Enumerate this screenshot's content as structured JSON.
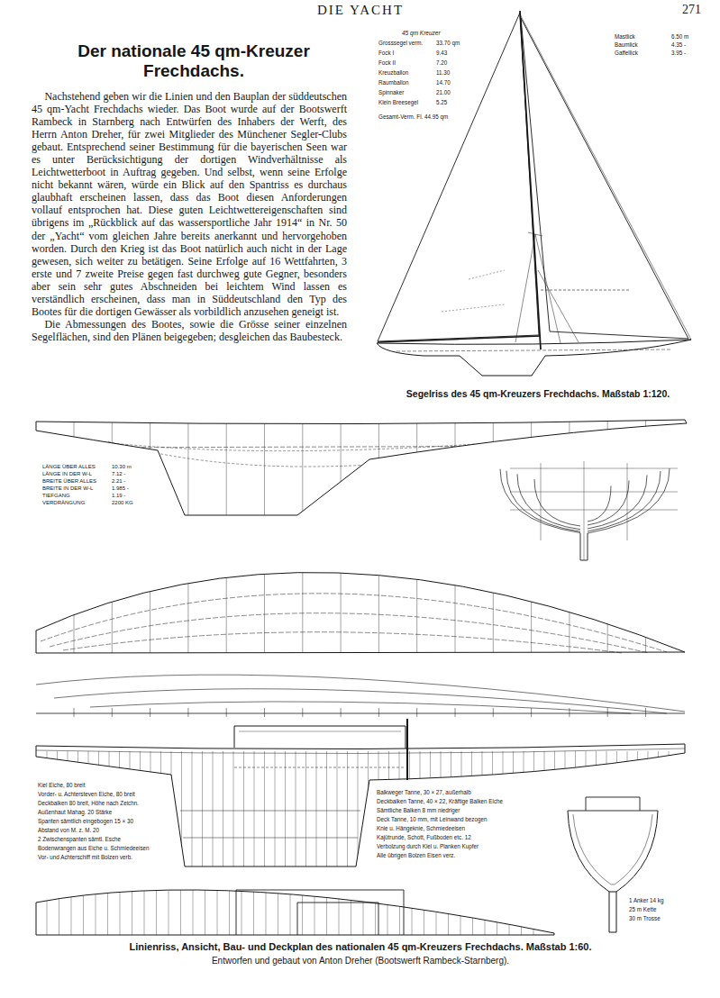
{
  "diagram": {
    "title": "Der nationale 45 qm-Kreuzer Frechdachs.",
    "caption": "Linienriss, Ansicht, Bau- und Deckplan des nationalen 45 qm-Kreuzers Frechdachs. Maßstab 1:60.",
    "labels": [
      "DIE YACHT",
      "271",
      "Nachstehend geben wir die Linien und den Bauplan der süddeutschen 45 qm-Yacht Frechdachs wieder. Das Boot wurde auf der Bootswerft Rambeck in Starnberg nach Entwürfen des Inhabers der Werft, des Herrn Anton Dreher, für zwei Mitglieder des Münchener Segler-Clubs gebaut. Entsprechend seiner Bestimmung für die bayerischen Seen war es unter Berücksichtigung der dortigen Windverhältnisse als Leichtwetterboot in Auftrag gegeben. Und selbst, wenn seine Erfolge nicht bekannt wären, würde ein Blick auf den Spantriss es durchaus glaubhaft erscheinen lassen, dass das Boot diesen Anforderungen vollauf entsprochen hat. Diese guten Leichtwettereigenschaften sind übrigens im „Rückblick auf das wassersportliche Jahr 1914“ in Nr. 50 der „Yacht“ vom gleichen Jahre bereits anerkannt und hervorgehoben worden. Durch den Krieg ist das Boot natürlich auch nicht in der Lage gewesen, sich weiter zu betätigen. Seine Erfolge auf 16 Wettfahrten, 3 erste und 7 zweite Preise gegen fast durchweg gute Gegner, besonders aber sein sehr gutes Abschneiden bei leichtem Wind lassen es verständlich erscheinen, dass man in Süddeutschland den Typ des Bootes für die dortigen Gewässer als vorbildlich anzusehen geneigt ist.",
      "Die Abmessungen des Bootes, sowie die Grösse seiner einzelnen Segelflächen, sind den Plänen beigegeben; desgleichen das Baubesteck.",
      "45 qm Kreuzer",
      "Grosssegel verm.",
      "33.70 qm",
      "Fock I",
      "9.43",
      "Fock II",
      "7.20",
      "Kreuzballon",
      "11.30",
      "Raumballon",
      "14.70",
      "Spinnaker",
      "21.00",
      "Klein Breesegel",
      "5.25",
      "Gesamt-Verm. Fl. 44.95 qm",
      "Mastlick",
      "6.50 m",
      "Baumlick",
      "4.35 -",
      "Gaffellick",
      "3.95 -",
      "Segelriss des 45 qm-Kreuzers Frechdachs. Maßstab 1:120.",
      "LÄNGE ÜBER ALLES",
      "10.30 m",
      "LÄNGE IN DER W-L",
      "7.12 -",
      "BREITE ÜBER ALLES",
      "2.21 -",
      "BREITE IN DER W-L",
      "1.985 -",
      "TIEFGANG",
      "1.19 -",
      "VERDRÄNGUNG",
      "2200 KG",
      "Kiel Eiche, 80 breit",
      "Vorder- u. Achtersteven Eiche, 80 breit",
      "Deckbalken 80 breit, Höhe nach Zeichn.",
      "Außenhaut Mahag. 20 Stärke",
      "Spanten sämtlich eingebogen 15 × 30",
      "Abstand von M. z. M. 20",
      "2 Zwischenspanten sämtl. Esche",
      "Bodenwrangen aus Eiche u. Schmiedeeisen",
      "Vor- und Achterschiff mit Bolzen verb.",
      "Balkweger Tanne, 30 × 27, außerhalb",
      "Deckbalken Tanne, 40 × 22, Kräftige Balken Eiche",
      "Sämtliche Balken 8 mm niedriger",
      "Deck Tanne, 10 mm, mit Leinwand bezogen",
      "Knie u. Hängeknie, Schmiedeeisen",
      "Kajütrunde, Schott, Fußboden etc. 12",
      "Verbolzung durch Kiel u. Planken Kupfer",
      "Alle übrigen Bolzen Eisen verz.",
      "1 Anker 14 kg",
      "25 m Kette",
      "30 m Trosse",
      "Entworfen und gebaut von Anton Dreher (Bootswerft Rambeck-Starnberg)."
    ]
  }
}
